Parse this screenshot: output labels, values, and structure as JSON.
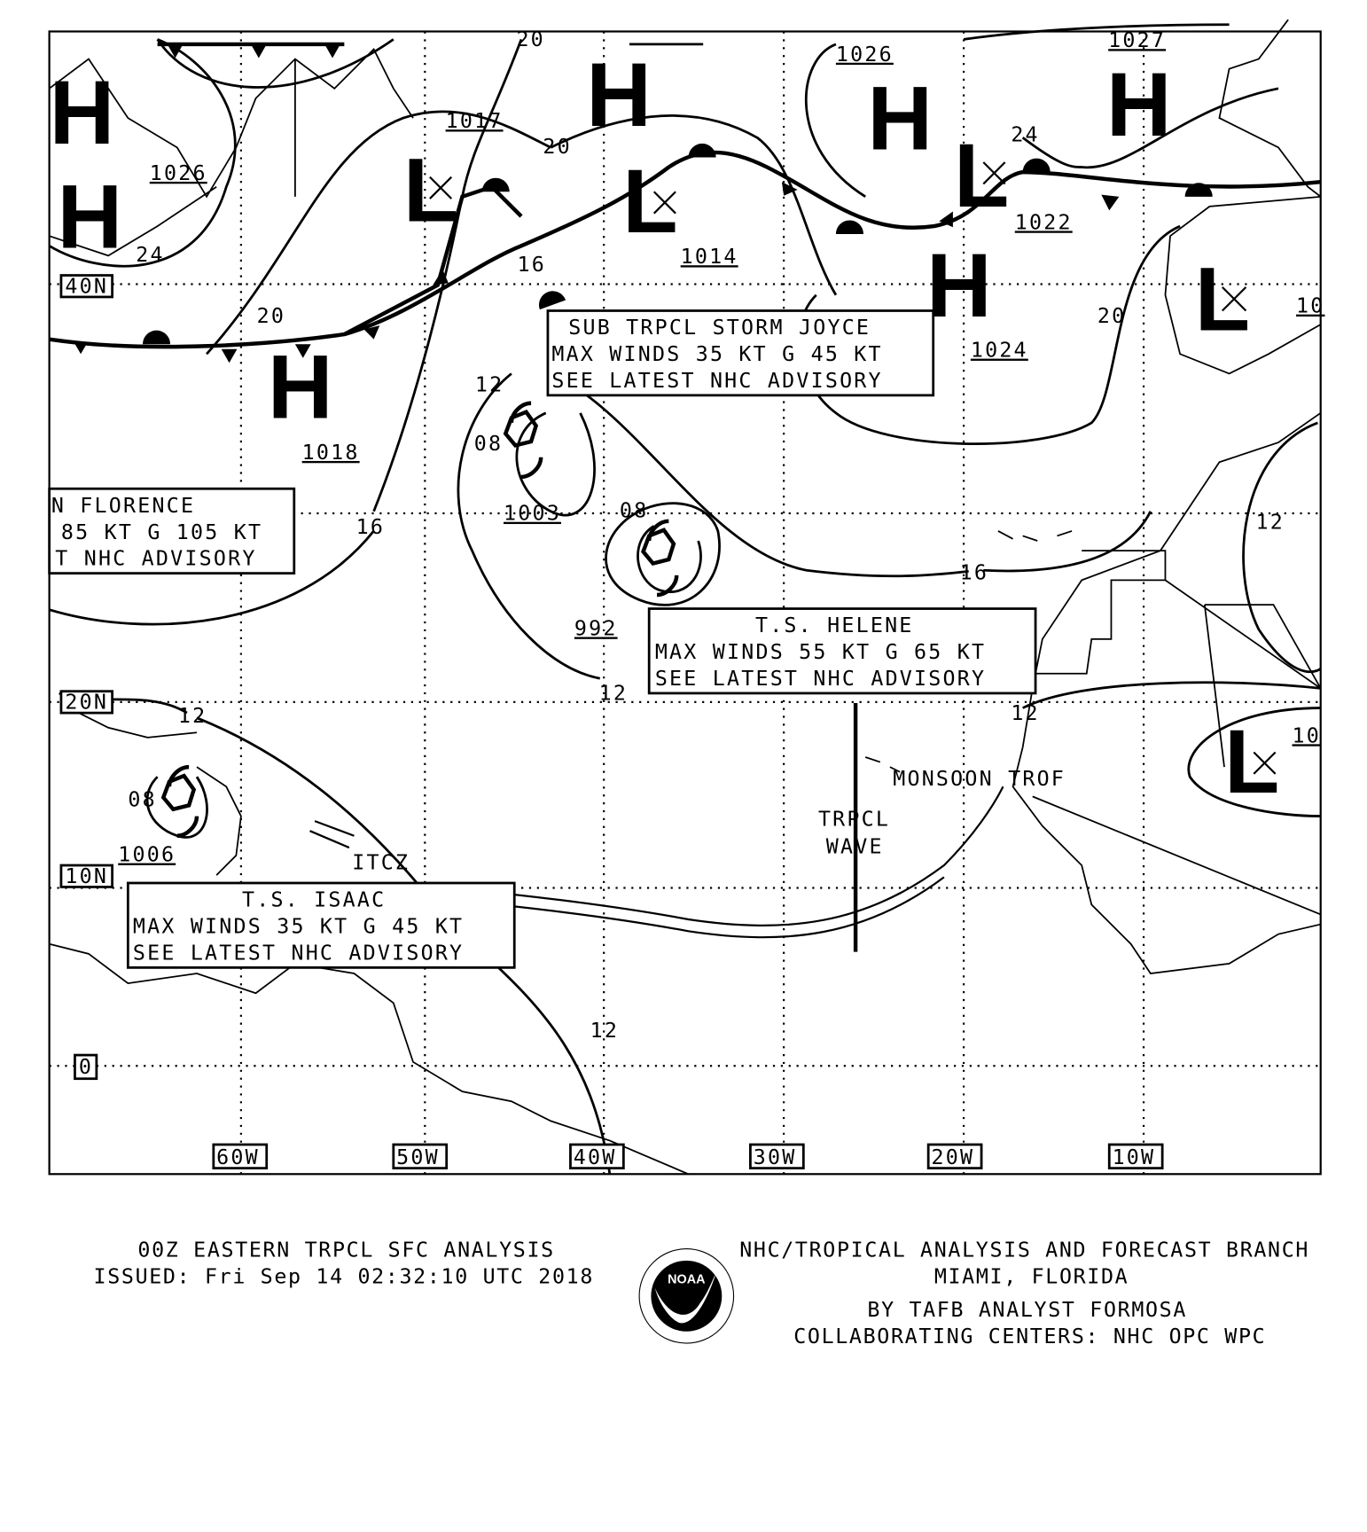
{
  "highs": [
    {
      "label": "H"
    },
    {
      "label": "H"
    },
    {
      "label": "H"
    },
    {
      "label": "H"
    },
    {
      "label": "H"
    },
    {
      "label": "H"
    },
    {
      "label": "H"
    }
  ],
  "lows": [
    {
      "label": "L"
    },
    {
      "label": "L"
    },
    {
      "label": "L"
    },
    {
      "label": "L"
    },
    {
      "label": "L"
    }
  ],
  "pressures": [
    "1017",
    "1026",
    "1026",
    "1027",
    "1014",
    "1022",
    "1024",
    "1018",
    "1003",
    "992",
    "1006",
    "10",
    "10"
  ],
  "isobar_labels": [
    "20",
    "20",
    "24",
    "24",
    "20",
    "16",
    "20",
    "12",
    "08",
    "08",
    "16",
    "16",
    "12",
    "12",
    "12",
    "12",
    "08",
    "12"
  ],
  "lat_labels": [
    "40N",
    "20N",
    "10N",
    "0"
  ],
  "lon_labels": [
    "60W",
    "50W",
    "40W",
    "30W",
    "20W",
    "10W"
  ],
  "storms": {
    "joyce": [
      "SUB TRPCL STORM JOYCE",
      "MAX WINDS 35 KT G 45 KT",
      "SEE LATEST NHC ADVISORY"
    ],
    "florence": [
      "N FLORENCE",
      "85 KT G 105 KT",
      "T NHC ADVISORY"
    ],
    "helene": [
      "T.S. HELENE",
      "MAX WINDS 55 KT G 65 KT",
      "SEE LATEST NHC ADVISORY"
    ],
    "isaac": [
      "T.S. ISAAC",
      "MAX WINDS 35 KT G 45 KT",
      "SEE LATEST NHC ADVISORY"
    ]
  },
  "features": {
    "monsoon": "MONSOON TROF",
    "wave1": "TRPCL",
    "wave2": "WAVE",
    "itcz": "ITCZ"
  },
  "footer": {
    "title": "00Z EASTERN TRPCL SFC ANALYSIS",
    "issued": "ISSUED: Fri Sep 14 02:32:10 UTC 2018",
    "branch": "NHC/TROPICAL ANALYSIS AND FORECAST BRANCH",
    "location": "MIAMI,  FLORIDA",
    "analyst": "BY TAFB ANALYST  FORMOSA",
    "centers": "COLLABORATING CENTERS: NHC OPC WPC",
    "logo_text": "NOAA"
  }
}
